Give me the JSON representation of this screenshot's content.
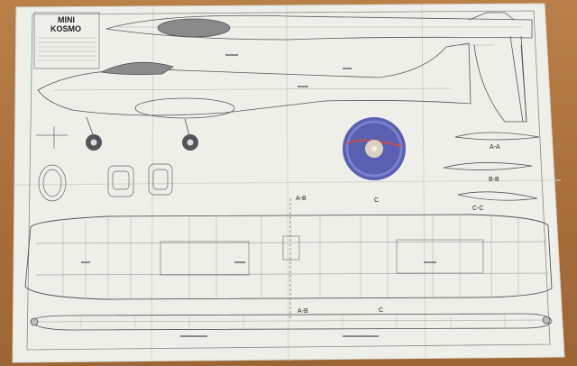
{
  "photo": {
    "subject": "model airplane construction plan sheet on wooden floor",
    "background_color": "#a86f3c",
    "paper_color": "#efefe9",
    "line_color": "#555555"
  },
  "plan": {
    "title_line1": "MINI",
    "title_line2": "KOSMO",
    "section_labels": {
      "aa": "A-A",
      "bb": "B-B",
      "cc": "C-C",
      "ab_top": "A-B",
      "ab_bottom": "A-B",
      "c_top": "C",
      "c_bottom": "C"
    }
  },
  "disc": {
    "color": "#5a5fb0",
    "hub_color": "#d9d2c0"
  }
}
